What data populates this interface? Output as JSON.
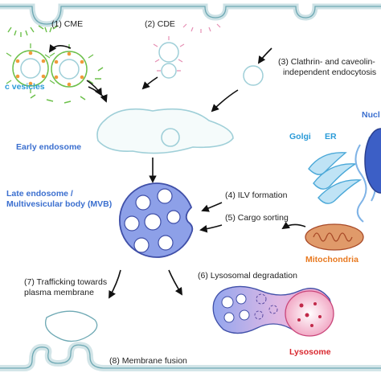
{
  "labels": {
    "cme": "(1) CME",
    "cde": "(2) CDE",
    "cci_line1": "(3) Clathrin- and caveolin-",
    "cci_line2": "independent endocytosis",
    "vesicles": "c vesicles",
    "early_endosome": "Early endosome",
    "late_line1": "Late endosome /",
    "late_line2": "Multivesicular body (MVB)",
    "ilv": "(4) ILV formation",
    "cargo": "(5) Cargo sorting",
    "golgi": "Golgi",
    "er": "ER",
    "nucleus": "Nucl",
    "mitochondria": "Mitochondria",
    "trafficking_line1": "(7) Trafficking towards",
    "trafficking_line2": "plasma membrane",
    "lysosomal": "(6) Lysosomal degradation",
    "lysosome": "Lysosome",
    "fusion": "(8) Membrane fusion"
  },
  "colors": {
    "membrane": "#6ea9b4",
    "mvb_fill": "#8da0e8",
    "mvb_stroke": "#3f4fa8",
    "label_blue": "#3b6fcf",
    "label_cyan": "#2b9bd8",
    "label_orange": "#e8791f",
    "label_red": "#d9282f",
    "lysosome_pink": "#f2c3d6",
    "clathrin": "#6cc04a",
    "cargo_orange": "#f09a3a",
    "golgi_blue": "#4aa8d8",
    "nucleus_blue": "#5c7fd6"
  }
}
